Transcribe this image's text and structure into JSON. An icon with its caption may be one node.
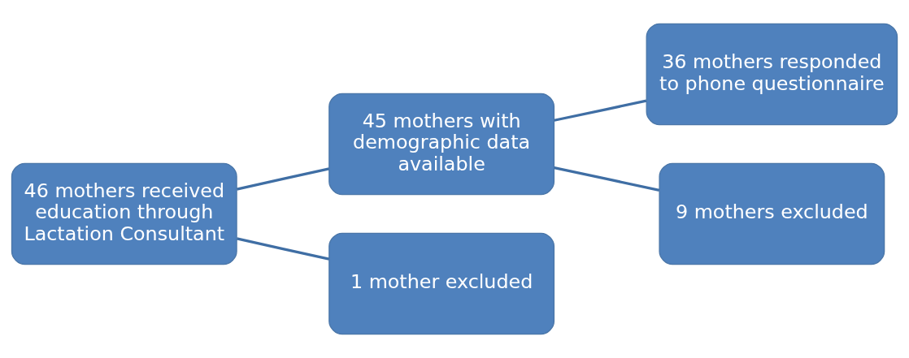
{
  "diagram": {
    "nodes": [
      {
        "text": [
          "46 mothers received education through Lactation Consultant"
        ]
      },
      {
        "text": [
          "45 mothers with demographic data available"
        ]
      },
      {
        "text": [
          "1 mother excluded"
        ]
      },
      {
        "text": [
          "36 mothers responded to phone questionnaire"
        ]
      },
      {
        "text": [
          "9 mothers excluded"
        ]
      }
    ],
    "edges": [
      {
        "from": 0,
        "to": 1,
        "arrow": "none"
      },
      {
        "from": 0,
        "to": 2,
        "arrow": "none"
      },
      {
        "from": 1,
        "to": 3,
        "arrow": "none"
      },
      {
        "from": 1,
        "to": 4,
        "arrow": "none"
      }
    ]
  }
}
